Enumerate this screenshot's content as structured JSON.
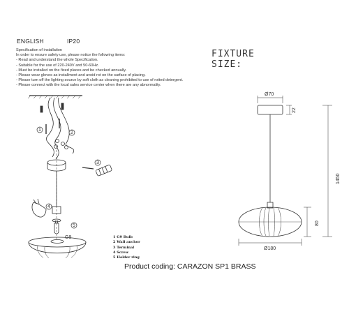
{
  "header": {
    "language": "ENGLISH",
    "ip_rating": "IP20"
  },
  "specification": {
    "title": "Specification of installation",
    "intro": "In order to ensure safety use, please notice the following items:",
    "items": [
      "- Read and understand the whole Specification.",
      "- Suitable for the use of 220-240V and 50-60Hz.",
      "- Must be installed on the fixed places and be checked annually.",
      "- Please wear gloves as installment and avoid rot on the surface of placing.",
      "- Please turn off the lighting source by soft cloth as cleaning prohibited to use of rotted detergent.",
      "- Please connect with the local sales service center when there are any abnormality."
    ]
  },
  "fixture_size": {
    "line1": "FIXTURE",
    "line2": "SIZE:"
  },
  "dimensions": {
    "canopy_diameter": "Ø70",
    "canopy_height": "22",
    "total_height": "1450",
    "shade_height": "80",
    "shade_diameter": "Ø180"
  },
  "callouts": [
    "1",
    "2",
    "3",
    "4",
    "5"
  ],
  "bulb_label": "G9",
  "legend": [
    "1 G9 Bulb",
    "2 Wall anchor",
    "3 Terminal",
    "4 Screw",
    "5 Holder ring"
  ],
  "product_coding": "Product coding: CARAZON  SP1 BRASS"
}
